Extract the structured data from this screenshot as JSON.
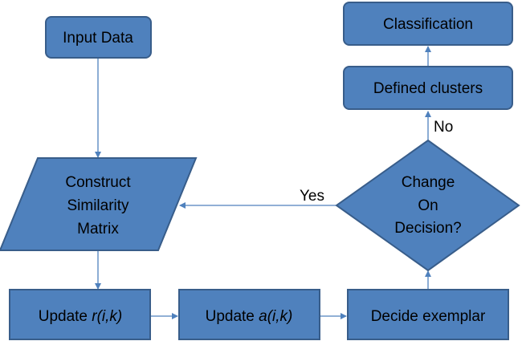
{
  "colors": {
    "node_fill": "#4F81BD",
    "node_stroke": "#385D8A",
    "edge": "#4F81BD",
    "text": "#000000"
  },
  "nodes": {
    "input_data": {
      "label": "Input Data"
    },
    "similarity_matrix": {
      "line1": "Construct",
      "line2": "Similarity",
      "line3": "Matrix"
    },
    "update_r": {
      "text": "Update ",
      "func": "r(i,k)"
    },
    "update_a": {
      "text": "Update ",
      "func": "a(i,k)"
    },
    "decide_exemplar": {
      "label": "Decide exemplar"
    },
    "change_decision": {
      "line1": "Change",
      "line2": "On",
      "line3": "Decision?"
    },
    "defined_clusters": {
      "label": "Defined clusters"
    },
    "classification": {
      "label": "Classification"
    }
  },
  "edges": {
    "yes_label": "Yes",
    "no_label": "No"
  }
}
